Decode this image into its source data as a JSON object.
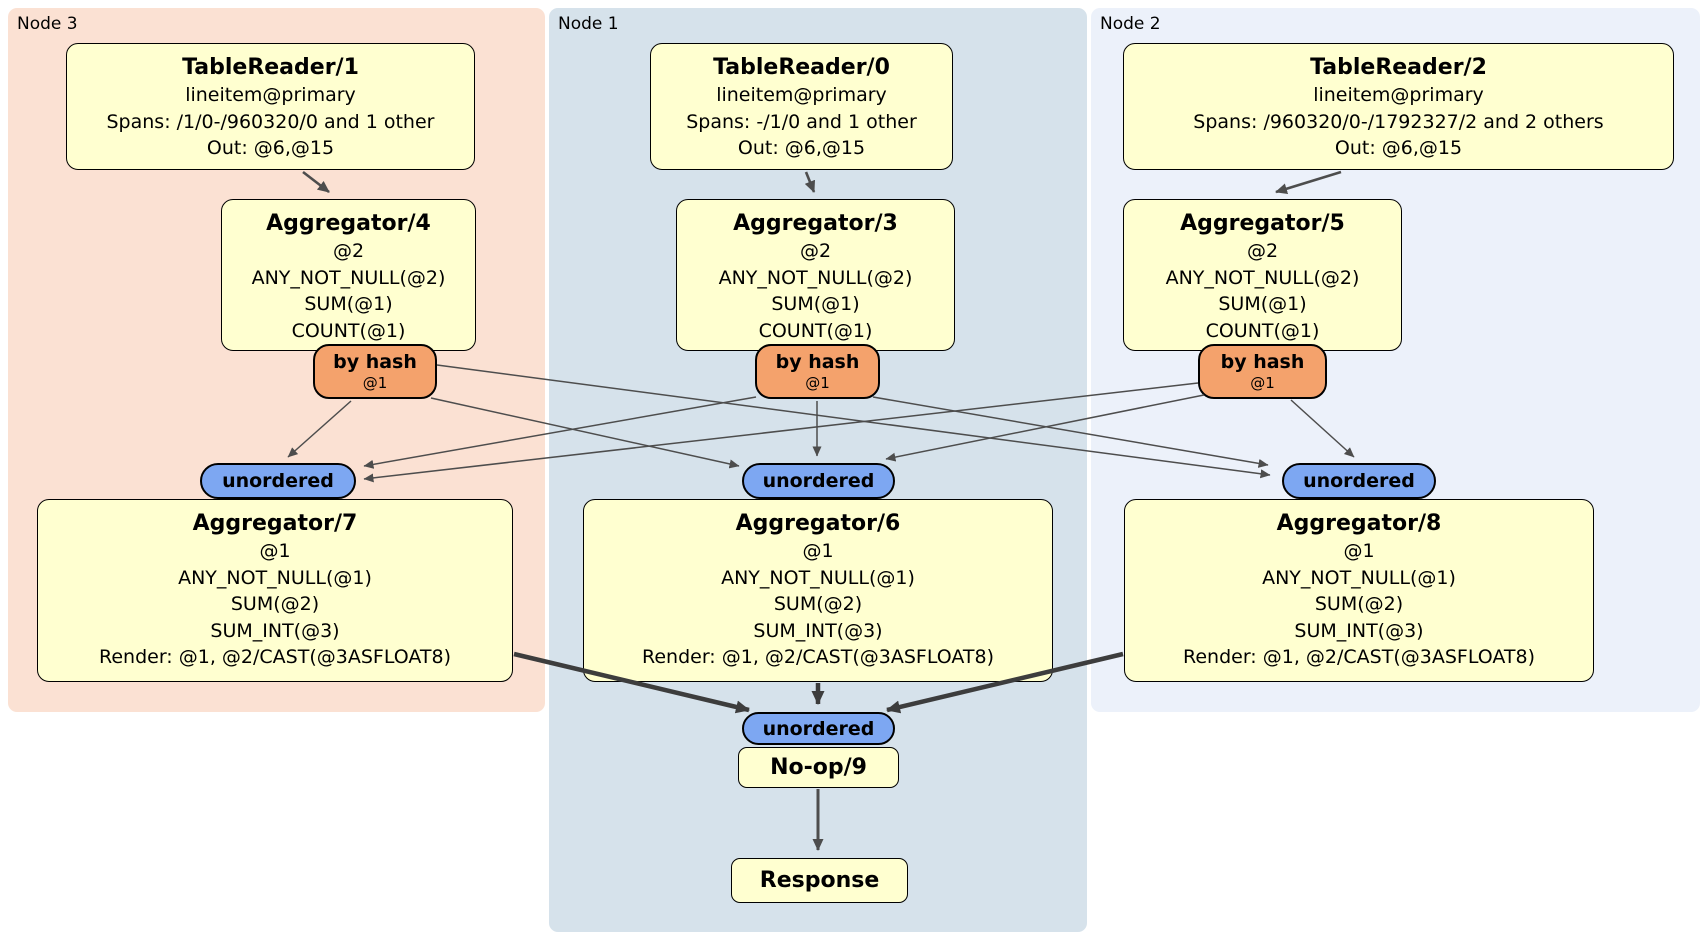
{
  "panels": [
    {
      "label": "Node 3"
    },
    {
      "label": "Node 1"
    },
    {
      "label": "Node 2"
    }
  ],
  "processors": {
    "tablereader1": {
      "title": "TableReader/1",
      "lines": [
        "lineitem@primary",
        "Spans: /1/0-/960320/0 and 1 other",
        "Out: @6,@15"
      ]
    },
    "tablereader0": {
      "title": "TableReader/0",
      "lines": [
        "lineitem@primary",
        "Spans: -/1/0 and 1 other",
        "Out: @6,@15"
      ]
    },
    "tablereader2": {
      "title": "TableReader/2",
      "lines": [
        "lineitem@primary",
        "Spans: /960320/0-/1792327/2 and 2 others",
        "Out: @6,@15"
      ]
    },
    "aggregator4": {
      "title": "Aggregator/4",
      "lines": [
        "@2",
        "ANY_NOT_NULL(@2)",
        "SUM(@1)",
        "COUNT(@1)"
      ]
    },
    "aggregator3": {
      "title": "Aggregator/3",
      "lines": [
        "@2",
        "ANY_NOT_NULL(@2)",
        "SUM(@1)",
        "COUNT(@1)"
      ]
    },
    "aggregator5": {
      "title": "Aggregator/5",
      "lines": [
        "@2",
        "ANY_NOT_NULL(@2)",
        "SUM(@1)",
        "COUNT(@1)"
      ]
    },
    "aggregator7": {
      "title": "Aggregator/7",
      "lines": [
        "@1",
        "ANY_NOT_NULL(@1)",
        "SUM(@2)",
        "SUM_INT(@3)",
        "Render: @1, @2/CAST(@3ASFLOAT8)"
      ]
    },
    "aggregator6": {
      "title": "Aggregator/6",
      "lines": [
        "@1",
        "ANY_NOT_NULL(@1)",
        "SUM(@2)",
        "SUM_INT(@3)",
        "Render: @1, @2/CAST(@3ASFLOAT8)"
      ]
    },
    "aggregator8": {
      "title": "Aggregator/8",
      "lines": [
        "@1",
        "ANY_NOT_NULL(@1)",
        "SUM(@2)",
        "SUM_INT(@3)",
        "Render: @1, @2/CAST(@3ASFLOAT8)"
      ]
    },
    "noop9": {
      "title": "No-op/9"
    },
    "response": {
      "title": "Response"
    }
  },
  "routers": {
    "hash_node3": {
      "label": "by hash",
      "key": "@1"
    },
    "hash_node1": {
      "label": "by hash",
      "key": "@1"
    },
    "hash_node2": {
      "label": "by hash",
      "key": "@1"
    }
  },
  "streams": {
    "unordered_node3": {
      "label": "unordered"
    },
    "unordered_node1": {
      "label": "unordered"
    },
    "unordered_node2": {
      "label": "unordered"
    },
    "unordered_final": {
      "label": "unordered"
    }
  },
  "colors": {
    "panel_node3_bg": "#fbe1d3",
    "panel_node1_bg": "#d6e2eb",
    "panel_node2_bg": "#ecf1fa",
    "processor_bg": "#ffffd0",
    "router_bg": "#f4a26c",
    "stream_bg": "#7da7f2",
    "border": "#000000",
    "edge": "#4d4d4d"
  }
}
